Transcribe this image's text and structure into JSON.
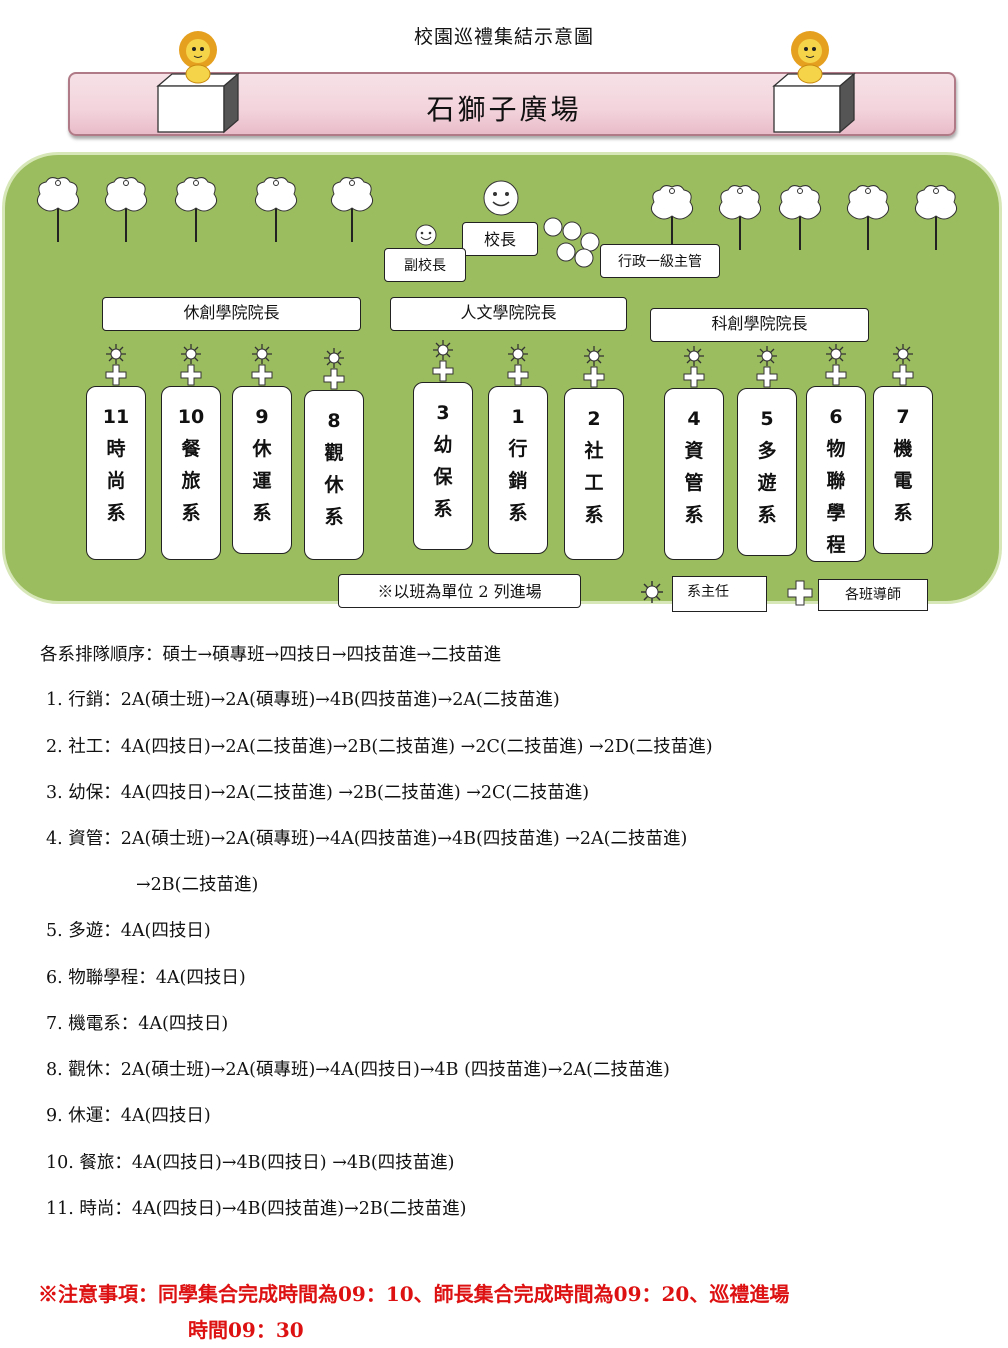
{
  "title": "校園巡禮集結示意圖",
  "banner": "石獅子廣場",
  "principal": "校長",
  "vice_principal": "副校長",
  "admin": "行政一級主管",
  "deans": [
    "休創學院院長",
    "人文學院院長",
    "科創學院院長"
  ],
  "departments": [
    {
      "num": "11",
      "name": [
        "時",
        "尚",
        "系"
      ]
    },
    {
      "num": "10",
      "name": [
        "餐",
        "旅",
        "系"
      ]
    },
    {
      "num": "9",
      "name": [
        "休",
        "運",
        "系"
      ]
    },
    {
      "num": "8",
      "name": [
        "觀",
        "休",
        "系"
      ]
    },
    {
      "num": "3",
      "name": [
        "幼",
        "保",
        "系"
      ]
    },
    {
      "num": "1",
      "name": [
        "行",
        "銷",
        "系"
      ]
    },
    {
      "num": "2",
      "name": [
        "社",
        "工",
        "系"
      ]
    },
    {
      "num": "4",
      "name": [
        "資",
        "管",
        "系"
      ]
    },
    {
      "num": "5",
      "name": [
        "多",
        "遊",
        "系"
      ]
    },
    {
      "num": "6",
      "name": [
        "物",
        "聯",
        "學",
        "程"
      ]
    },
    {
      "num": "7",
      "name": [
        "機",
        "電",
        "系"
      ]
    }
  ],
  "legend": {
    "note": "※以班為單位 2 列進場",
    "chair": "系主任",
    "tutor": "各班導師"
  },
  "order_heading": "各系排隊順序：碩士→碩專班→四技日→四技苗進→二技苗進",
  "order_lines": [
    "1. 行銷：2A(碩士班)→2A(碩專班)→4B(四技苗進)→2A(二技苗進)",
    "2. 社工：4A(四技日)→2A(二技苗進)→2B(二技苗進) →2C(二技苗進) →2D(二技苗進)",
    "3. 幼保：4A(四技日)→2A(二技苗進) →2B(二技苗進) →2C(二技苗進)",
    "4. 資管：2A(碩士班)→2A(碩專班)→4A(四技苗進)→4B(四技苗進) →2A(二技苗進)",
    "→2B(二技苗進)",
    "5. 多遊：4A(四技日)",
    "6. 物聯學程：4A(四技日)",
    "7. 機電系：4A(四技日)",
    "8. 觀休：2A(碩士班)→2A(碩專班)→4A(四技日)→4B (四技苗進)→2A(二技苗進)",
    "9. 休運：4A(四技日)",
    "10. 餐旅：4A(四技日)→4B(四技日) →4B(四技苗進)",
    "11. 時尚：4A(四技日)→4B(四技苗進)→2B(二技苗進)"
  ],
  "notice": [
    "※注意事項：同學集合完成時間為09：10、師長集合完成時間為09：20、巡禮進場",
    "時間09：30"
  ]
}
